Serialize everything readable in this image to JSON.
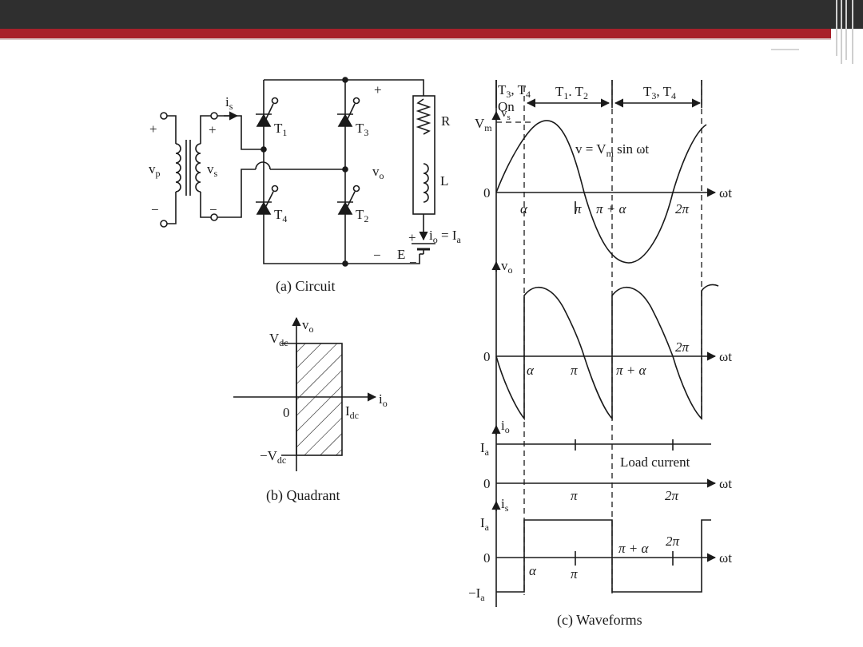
{
  "circuit": {
    "is": "i",
    "is_sub": "s",
    "plus1": "+",
    "minus1": "−",
    "plus2": "+",
    "minus2": "−",
    "vp": "v",
    "vp_sub": "p",
    "vs": "v",
    "vs_sub": "s",
    "t1": "T",
    "t1_sub": "1",
    "t3": "T",
    "t3_sub": "3",
    "t4": "T",
    "t4_sub": "4",
    "t2": "T",
    "t2_sub": "2",
    "plus_top": "+",
    "minus_bottom": "−",
    "vo": "v",
    "vo_sub": "o",
    "r": "R",
    "l": "L",
    "io_a": "i",
    "io_a_sub": "o",
    "io_b": " = I",
    "io_c_sub": "a",
    "battery_plus": "+",
    "battery_minus": "−",
    "e": "E",
    "caption": "(a) Circuit"
  },
  "quadrant": {
    "vo": "v",
    "vo_sub": "o",
    "vdc": "V",
    "vdc_sub": "dc",
    "zero": "0",
    "io": "i",
    "io_sub": "o",
    "idc": "I",
    "idc_sub": "dc",
    "neg_vdc": "−V",
    "neg_vdc_sub": "dc",
    "caption": "(b) Quadrant"
  },
  "waveforms": {
    "hdr_t34a": "T",
    "hdr_t34a_sub": "3",
    "hdr_t34a_mid": ", T",
    "hdr_t34a_sub2": "4",
    "hdr_t12": "T",
    "hdr_t12_sub": "1",
    "hdr_t12_mid": ". T",
    "hdr_t12_sub2": "2",
    "hdr_t34b": "T",
    "hdr_t34b_sub": "3",
    "hdr_t34b_mid": ", T",
    "hdr_t34b_sub2": "4",
    "on": "On",
    "vs": "v",
    "vs_sub": "s",
    "vm": "V",
    "vm_sub": "m",
    "eq_a": "v = V",
    "eq_sub": "m",
    "eq_b": " sin ωt",
    "zero": "0",
    "wt": "ωt",
    "alpha": "α",
    "pi": "π",
    "pi_plus_alpha": "π + α",
    "two_pi": "2π",
    "vo": "v",
    "vo_sub": "o",
    "io": "i",
    "io_sub": "o",
    "ia": "I",
    "ia_sub": "a",
    "load_current": "Load current",
    "is": "i",
    "is_sub": "s",
    "neg_ia": "−I",
    "neg_ia_sub": "a",
    "caption": "(c) Waveforms"
  }
}
